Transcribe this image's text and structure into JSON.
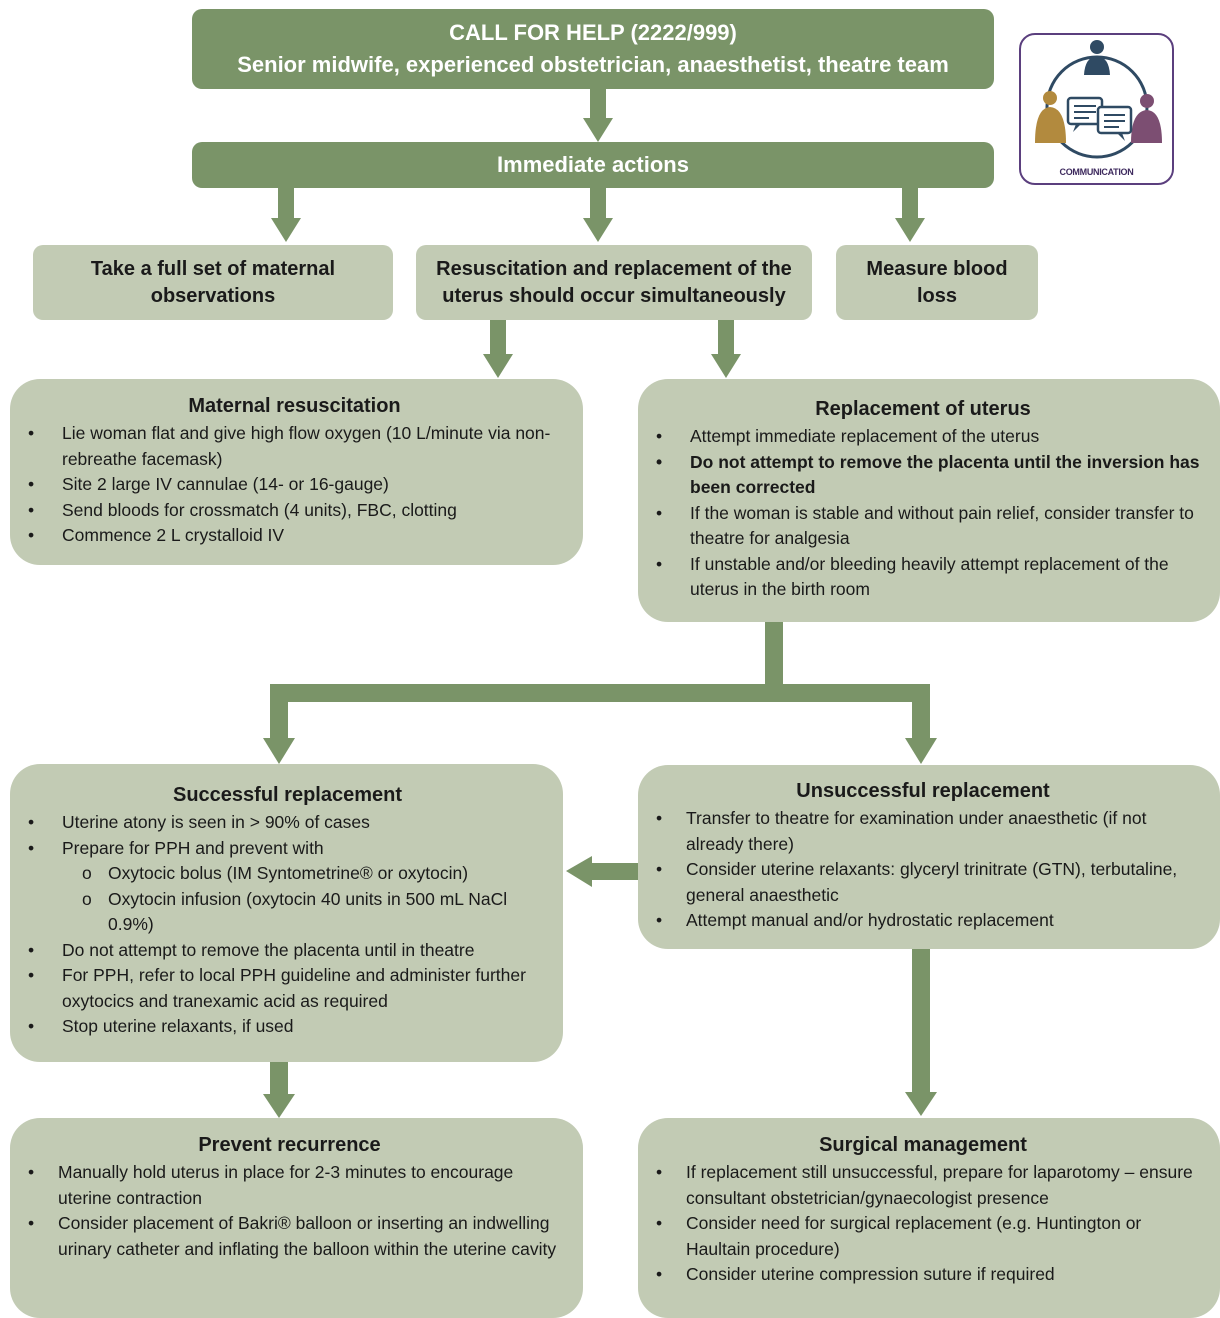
{
  "call_for_help": {
    "line1": "CALL FOR HELP (2222/999)",
    "line2": "Senior midwife, experienced obstetrician, anaesthetist, theatre team"
  },
  "immediate_actions": "Immediate actions",
  "observations": "Take a full set of maternal observations",
  "resus_and_replacement": "Resuscitation and replacement of the uterus should occur simultaneously",
  "measure_blood_loss": "Measure blood loss",
  "maternal_resuscitation": {
    "title": "Maternal resuscitation",
    "items": [
      "Lie woman flat and give high flow oxygen (10 L/minute via non-rebreathe facemask)",
      "Site 2 large IV cannulae (14- or 16-gauge)",
      "Send bloods for crossmatch (4 units), FBC, clotting",
      "Commence 2 L crystalloid IV"
    ]
  },
  "replacement_of_uterus": {
    "title": "Replacement of uterus",
    "items": [
      "Attempt immediate replacement of the uterus",
      "Do not attempt to remove the placenta until the inversion has been corrected",
      "If the woman is stable and without pain relief, consider transfer to theatre for analgesia",
      "If unstable and/or bleeding heavily attempt replacement of the uterus in the birth room"
    ]
  },
  "successful_replacement": {
    "title": "Successful replacement",
    "item1": "Uterine atony is seen in > 90% of cases",
    "item2": "Prepare for PPH and prevent with",
    "sub_items": [
      "Oxytocic bolus (IM Syntometrine® or oxytocin)",
      "Oxytocin infusion (oxytocin 40 units in 500 mL NaCl 0.9%)"
    ],
    "item3": "Do not attempt to remove the placenta until in theatre",
    "item4": "For PPH, refer to local PPH guideline and administer further oxytocics and tranexamic acid as required",
    "item5": "Stop uterine relaxants, if used"
  },
  "unsuccessful_replacement": {
    "title": "Unsuccessful replacement",
    "items": [
      "Transfer to theatre for examination under anaesthetic (if not already there)",
      "Consider uterine relaxants: glyceryl trinitrate (GTN), terbutaline, general anaesthetic",
      "Attempt manual and/or hydrostatic replacement"
    ]
  },
  "prevent_recurrence": {
    "title": "Prevent recurrence",
    "items": [
      "Manually hold uterus in place for 2-3 minutes to encourage uterine contraction",
      "Consider placement of Bakri® balloon or inserting an indwelling urinary catheter and inflating the balloon within the uterine cavity"
    ]
  },
  "surgical_management": {
    "title": "Surgical management",
    "items": [
      "If replacement still unsuccessful, prepare for laparotomy – ensure consultant obstetrician/gynaecologist presence",
      "Consider need for surgical replacement (e.g. Huntington or Haultain procedure)",
      "Consider uterine compression suture if required"
    ]
  },
  "logo": {
    "label": "COMMUNICATION",
    "icon": "communication-icon"
  },
  "colors": {
    "dark_green": "#7a9468",
    "light_green": "#c2cbb4",
    "logo_purple": "#5b3f7e",
    "logo_navy": "#2f4a63",
    "logo_gold": "#b28a3e",
    "logo_plum": "#7c4e72"
  }
}
